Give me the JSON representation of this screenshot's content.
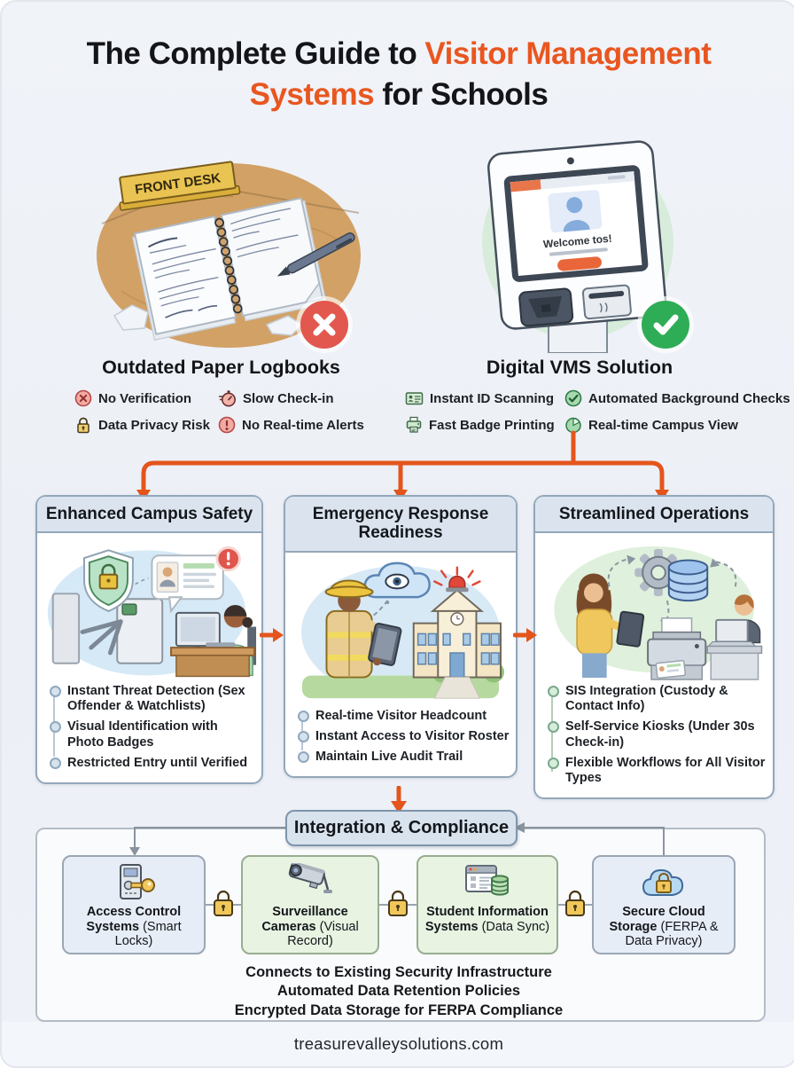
{
  "title": {
    "prefix": "The Complete Guide to ",
    "highlight": "Visitor Management Systems",
    "suffix": " for Schools"
  },
  "paper": {
    "heading": "Outdated Paper Logbooks",
    "sign": "FRONT DESK",
    "items": [
      {
        "icon": "x-circle-icon",
        "label": "No Verification"
      },
      {
        "icon": "stopwatch-icon",
        "label": "Slow Check-in"
      },
      {
        "icon": "lock-icon",
        "label": "Data Privacy Risk"
      },
      {
        "icon": "alert-circle-icon",
        "label": "No Real-time Alerts"
      }
    ]
  },
  "digital": {
    "heading": "Digital VMS Solution",
    "kiosk_title": "Welcome tos!",
    "items": [
      {
        "icon": "id-card-icon",
        "label": "Instant ID Scanning"
      },
      {
        "icon": "check-circle-icon",
        "label": "Automated Background Checks"
      },
      {
        "icon": "printer-icon",
        "label": "Fast Badge Printing"
      },
      {
        "icon": "pie-chart-icon",
        "label": "Real-time Campus View"
      }
    ]
  },
  "benefits": [
    {
      "heading": "Enhanced Campus Safety",
      "items": [
        "Instant Threat Detection (Sex Offender & Watchlists)",
        "Visual Identification with Photo Badges",
        "Restricted Entry until Verified"
      ]
    },
    {
      "heading": "Emergency Response Readiness",
      "items": [
        "Real-time Visitor Headcount",
        "Instant Access to Visitor Roster",
        "Maintain Live Audit Trail"
      ]
    },
    {
      "heading": "Streamlined Operations",
      "items": [
        "SIS Integration (Custody & Contact Info)",
        "Self-Service Kiosks (Under 30s Check-in)",
        "Flexible Workflows for All Visitor Types"
      ]
    }
  ],
  "integration": {
    "heading": "Integration & Compliance",
    "cards": [
      {
        "icon": "smart-lock-icon",
        "title": "Access Control Systems",
        "subtitle": "(Smart Locks)"
      },
      {
        "icon": "cctv-camera-icon",
        "title": "Surveillance Cameras",
        "subtitle": "(Visual Record)"
      },
      {
        "icon": "sis-database-icon",
        "title": "Student Information Systems",
        "subtitle": "(Data Sync)"
      },
      {
        "icon": "cloud-lock-icon",
        "title": "Secure Cloud Storage",
        "subtitle": "(FERPA & Data Privacy)"
      }
    ],
    "notes": [
      "Connects to Existing Security Infrastructure",
      "Automated Data Retention Policies",
      "Encrypted Data Storage for FERPA Compliance"
    ]
  },
  "footer": {
    "website": "treasurevalleysolutions.com"
  },
  "colors": {
    "accent_orange": "#E9561F",
    "negative_red": "#E2574E",
    "positive_green": "#2FAD56",
    "lock_yellow": "#F0C75A",
    "header_fill": "#DBE4EE"
  }
}
